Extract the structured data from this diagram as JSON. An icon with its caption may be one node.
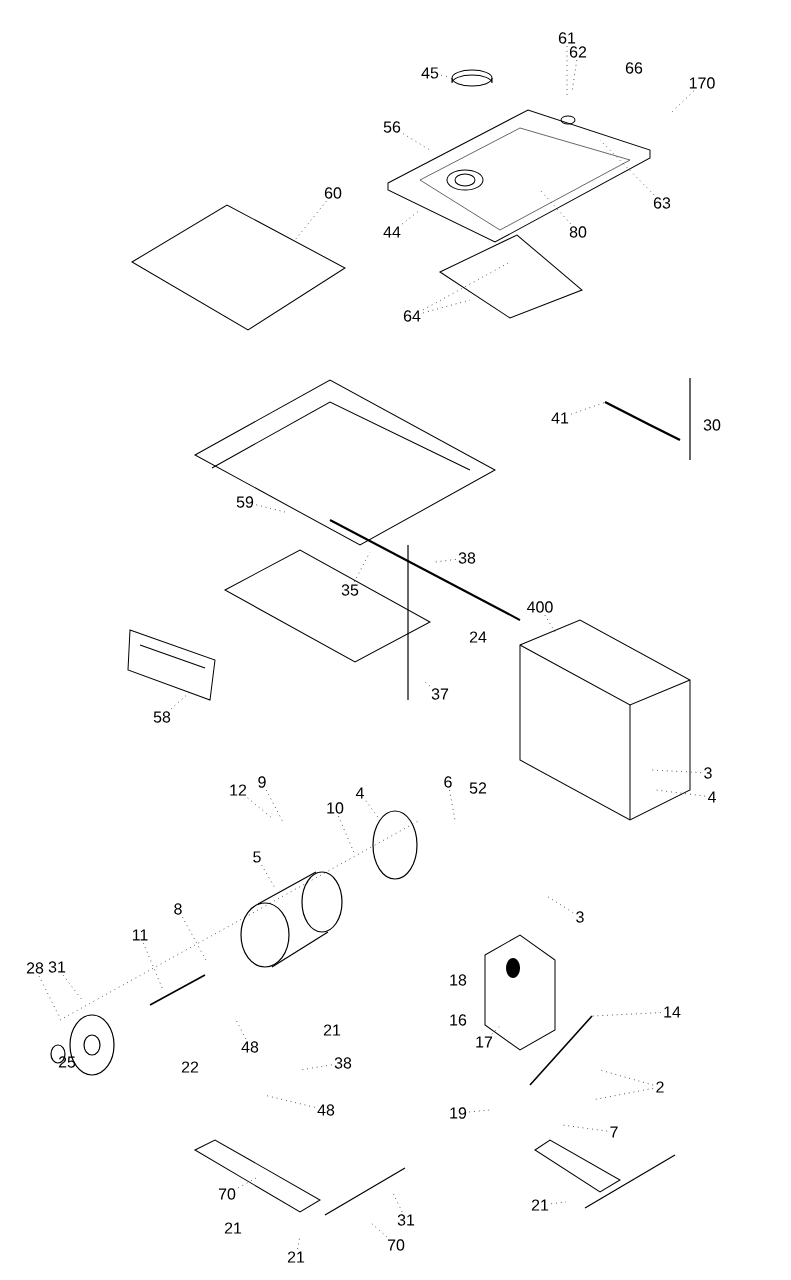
{
  "diagram": {
    "nodes": [
      {
        "text": [
          "45"
        ]
      },
      {
        "text": [
          "61"
        ]
      },
      {
        "text": [
          "62"
        ]
      },
      {
        "text": [
          "66"
        ]
      },
      {
        "text": [
          "170"
        ]
      },
      {
        "text": [
          "56"
        ]
      },
      {
        "text": [
          "63"
        ]
      },
      {
        "text": [
          "44"
        ]
      },
      {
        "text": [
          "80"
        ]
      },
      {
        "text": [
          "60"
        ]
      },
      {
        "text": [
          "64"
        ]
      },
      {
        "text": [
          "30"
        ]
      },
      {
        "text": [
          "41"
        ]
      },
      {
        "text": [
          "59"
        ]
      },
      {
        "text": [
          "35"
        ]
      },
      {
        "text": [
          "38"
        ]
      },
      {
        "text": [
          "24"
        ]
      },
      {
        "text": [
          "37"
        ]
      },
      {
        "text": [
          "58"
        ]
      },
      {
        "text": [
          "400"
        ]
      },
      {
        "text": [
          "52"
        ]
      },
      {
        "text": [
          "3"
        ]
      },
      {
        "text": [
          "4"
        ]
      },
      {
        "text": [
          "6"
        ]
      },
      {
        "text": [
          "9"
        ]
      },
      {
        "text": [
          "12"
        ]
      },
      {
        "text": [
          "10"
        ]
      },
      {
        "text": [
          "4"
        ]
      },
      {
        "text": [
          "5"
        ]
      },
      {
        "text": [
          "8"
        ]
      },
      {
        "text": [
          "11"
        ]
      },
      {
        "text": [
          "28"
        ]
      },
      {
        "text": [
          "31"
        ]
      },
      {
        "text": [
          "25"
        ]
      },
      {
        "text": [
          "22"
        ]
      },
      {
        "text": [
          "48"
        ]
      },
      {
        "text": [
          "21"
        ]
      },
      {
        "text": [
          "38"
        ]
      },
      {
        "text": [
          "48"
        ]
      },
      {
        "text": [
          "18"
        ]
      },
      {
        "text": [
          "16"
        ]
      },
      {
        "text": [
          "3"
        ]
      },
      {
        "text": [
          "14"
        ]
      },
      {
        "text": [
          "17"
        ]
      },
      {
        "text": [
          "19"
        ]
      },
      {
        "text": [
          "2"
        ]
      },
      {
        "text": [
          "7"
        ]
      },
      {
        "text": [
          "70"
        ]
      },
      {
        "text": [
          "21"
        ]
      },
      {
        "text": [
          "31"
        ]
      },
      {
        "text": [
          "70"
        ]
      },
      {
        "text": [
          "21"
        ]
      },
      {
        "text": [
          "21"
        ]
      }
    ],
    "edges": [
      {
        "from": 0,
        "to": null,
        "arrow": "none"
      },
      {
        "from": 1,
        "to": null,
        "arrow": "none"
      },
      {
        "from": 2,
        "to": null,
        "arrow": "none"
      },
      {
        "from": 4,
        "to": null,
        "arrow": "none"
      },
      {
        "from": 5,
        "to": null,
        "arrow": "none"
      },
      {
        "from": 6,
        "to": null,
        "arrow": "none"
      },
      {
        "from": 7,
        "to": null,
        "arrow": "none"
      },
      {
        "from": 8,
        "to": null,
        "arrow": "none"
      },
      {
        "from": 9,
        "to": null,
        "arrow": "none"
      },
      {
        "from": 10,
        "to": null,
        "arrow": "none"
      },
      {
        "from": 10,
        "to": null,
        "arrow": "none"
      },
      {
        "from": 12,
        "to": null,
        "arrow": "none"
      },
      {
        "from": 13,
        "to": null,
        "arrow": "none"
      },
      {
        "from": 14,
        "to": null,
        "arrow": "none"
      },
      {
        "from": 15,
        "to": null,
        "arrow": "none"
      },
      {
        "from": 17,
        "to": null,
        "arrow": "none"
      },
      {
        "from": 18,
        "to": null,
        "arrow": "none"
      },
      {
        "from": 19,
        "to": null,
        "arrow": "none"
      },
      {
        "from": 21,
        "to": null,
        "arrow": "none"
      },
      {
        "from": 22,
        "to": null,
        "arrow": "none"
      },
      {
        "from": 23,
        "to": null,
        "arrow": "none"
      },
      {
        "from": 24,
        "to": null,
        "arrow": "none"
      },
      {
        "from": 25,
        "to": null,
        "arrow": "none"
      },
      {
        "from": 26,
        "to": null,
        "arrow": "none"
      },
      {
        "from": 27,
        "to": null,
        "arrow": "none"
      },
      {
        "from": 28,
        "to": null,
        "arrow": "none"
      },
      {
        "from": 29,
        "to": null,
        "arrow": "none"
      },
      {
        "from": 30,
        "to": null,
        "arrow": "none"
      },
      {
        "from": 31,
        "to": null,
        "arrow": "none"
      },
      {
        "from": 32,
        "to": null,
        "arrow": "none"
      },
      {
        "from": 35,
        "to": null,
        "arrow": "none"
      },
      {
        "from": 37,
        "to": null,
        "arrow": "none"
      },
      {
        "from": 38,
        "to": null,
        "arrow": "none"
      },
      {
        "from": 41,
        "to": null,
        "arrow": "none"
      },
      {
        "from": 42,
        "to": null,
        "arrow": "none"
      },
      {
        "from": 43,
        "to": null,
        "arrow": "none"
      },
      {
        "from": 44,
        "to": null,
        "arrow": "none"
      },
      {
        "from": 45,
        "to": null,
        "arrow": "none"
      },
      {
        "from": 45,
        "to": null,
        "arrow": "none"
      },
      {
        "from": 46,
        "to": null,
        "arrow": "none"
      },
      {
        "from": 47,
        "to": null,
        "arrow": "none"
      },
      {
        "from": 49,
        "to": null,
        "arrow": "none"
      },
      {
        "from": 50,
        "to": null,
        "arrow": "none"
      },
      {
        "from": 51,
        "to": null,
        "arrow": "none"
      },
      {
        "from": 52,
        "to": null,
        "arrow": "none"
      }
    ]
  }
}
